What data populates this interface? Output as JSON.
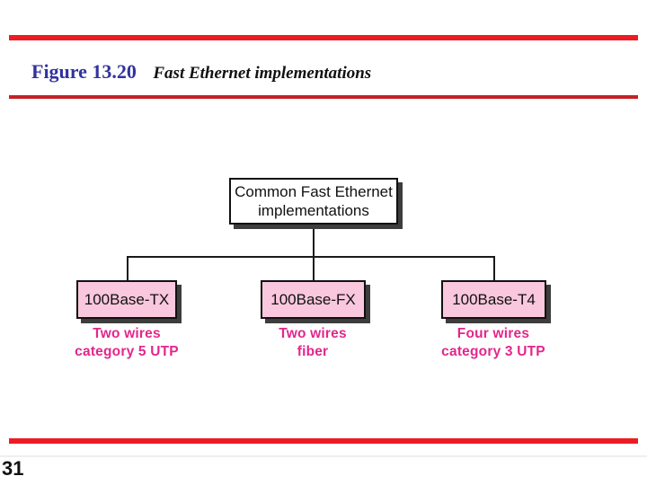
{
  "slide": {
    "figure_label": "Figure 13.20",
    "figure_title": "Fast Ethernet implementations",
    "page_number": "31"
  },
  "diagram": {
    "root": {
      "label": "Common Fast Ethernet\nimplementations"
    },
    "children": [
      {
        "label": "100Base-TX",
        "caption": "Two wires\ncategory 5 UTP"
      },
      {
        "label": "100Base-FX",
        "caption": "Two wires\nfiber"
      },
      {
        "label": "100Base-T4",
        "caption": "Four  wires\ncategory 3 UTP"
      }
    ]
  },
  "colors": {
    "accent_red": "#ed1c24",
    "rule_red_dark": "#c42127",
    "title_blue": "#32329f",
    "box_pink": "#f9c7de",
    "caption_magenta": "#e3268c",
    "shadow_gray": "#3d3d3d",
    "line_black": "#1a1a1a"
  }
}
